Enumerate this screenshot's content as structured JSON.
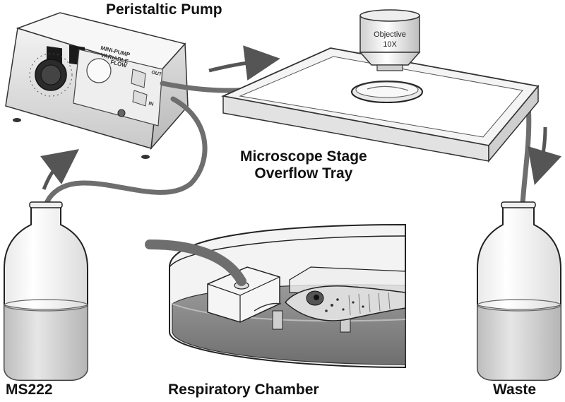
{
  "labels": {
    "pump": "Peristaltic Pump",
    "tray_line1": "Microscope Stage",
    "tray_line2": "Overflow Tray",
    "ms222": "MS222",
    "chamber": "Respiratory Chamber",
    "waste": "Waste"
  },
  "objective": {
    "line1": "Objective",
    "line2": "10X"
  },
  "pump_panel": {
    "line1": "MINI-PUMP",
    "line2": "VARIABLE",
    "line3": "FLOW",
    "out": "OUT",
    "in": "IN"
  },
  "colors": {
    "tubing": "#6e6e6e",
    "outline": "#222222",
    "liquid": "#cfcfcf",
    "chamber_water": "#8a8a8a"
  }
}
